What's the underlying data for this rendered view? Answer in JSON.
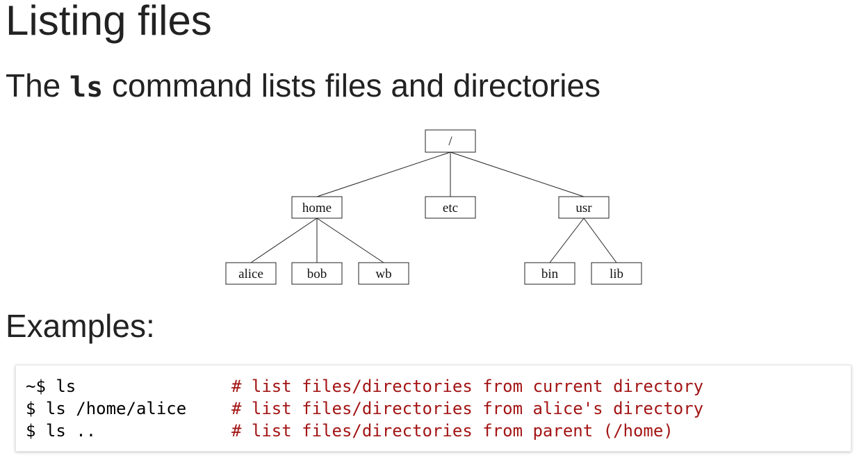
{
  "slide": {
    "title": "Listing files",
    "subtitle_prefix": "The ",
    "subtitle_code": "ls",
    "subtitle_suffix": " command lists files and directories",
    "examples_heading": "Examples:"
  },
  "tree": {
    "root": "/",
    "level1": [
      "home",
      "etc",
      "usr"
    ],
    "home_children": [
      "alice",
      "bob",
      "wb"
    ],
    "usr_children": [
      "bin",
      "lib"
    ]
  },
  "examples": [
    {
      "command": "~$ ls",
      "comment": "# list files/directories from current directory"
    },
    {
      "command": "$ ls /home/alice",
      "comment": "# list files/directories from alice's directory"
    },
    {
      "command": "$ ls ..",
      "comment": "# list files/directories from parent (/home)"
    }
  ],
  "colors": {
    "comment": "#a31515",
    "text": "#222222"
  }
}
